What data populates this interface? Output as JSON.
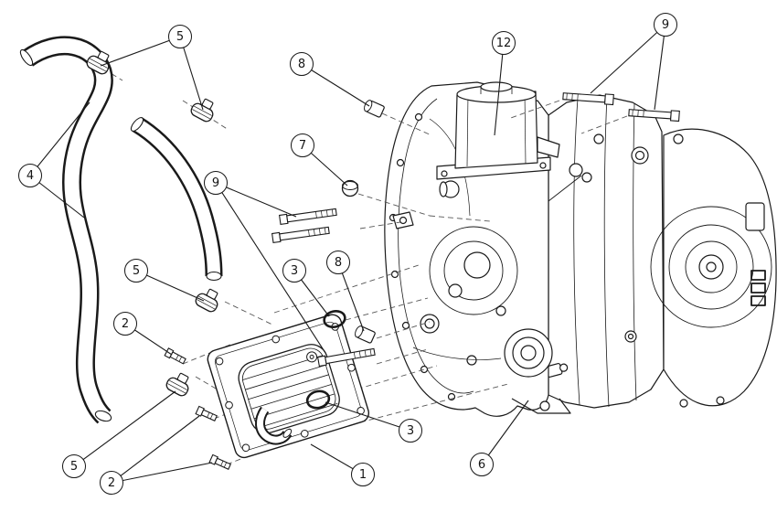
{
  "page": {
    "background": "#ffffff",
    "line_color": "#1a1a1a",
    "dash_color": "#555555",
    "description": "exploded parts diagram - transmission with oil cooler and hoses"
  },
  "callouts": [
    {
      "id": "5a",
      "label": "5"
    },
    {
      "id": "8a",
      "label": "8"
    },
    {
      "id": "12",
      "label": "12"
    },
    {
      "id": "9a",
      "label": "9"
    },
    {
      "id": "4",
      "label": "4"
    },
    {
      "id": "7",
      "label": "7"
    },
    {
      "id": "9b",
      "label": "9"
    },
    {
      "id": "5b",
      "label": "5"
    },
    {
      "id": "3a",
      "label": "3"
    },
    {
      "id": "8b",
      "label": "8"
    },
    {
      "id": "2a",
      "label": "2"
    },
    {
      "id": "5c",
      "label": "5"
    },
    {
      "id": "2b",
      "label": "2"
    },
    {
      "id": "3b",
      "label": "3"
    },
    {
      "id": "1",
      "label": "1"
    },
    {
      "id": "6",
      "label": "6"
    }
  ]
}
